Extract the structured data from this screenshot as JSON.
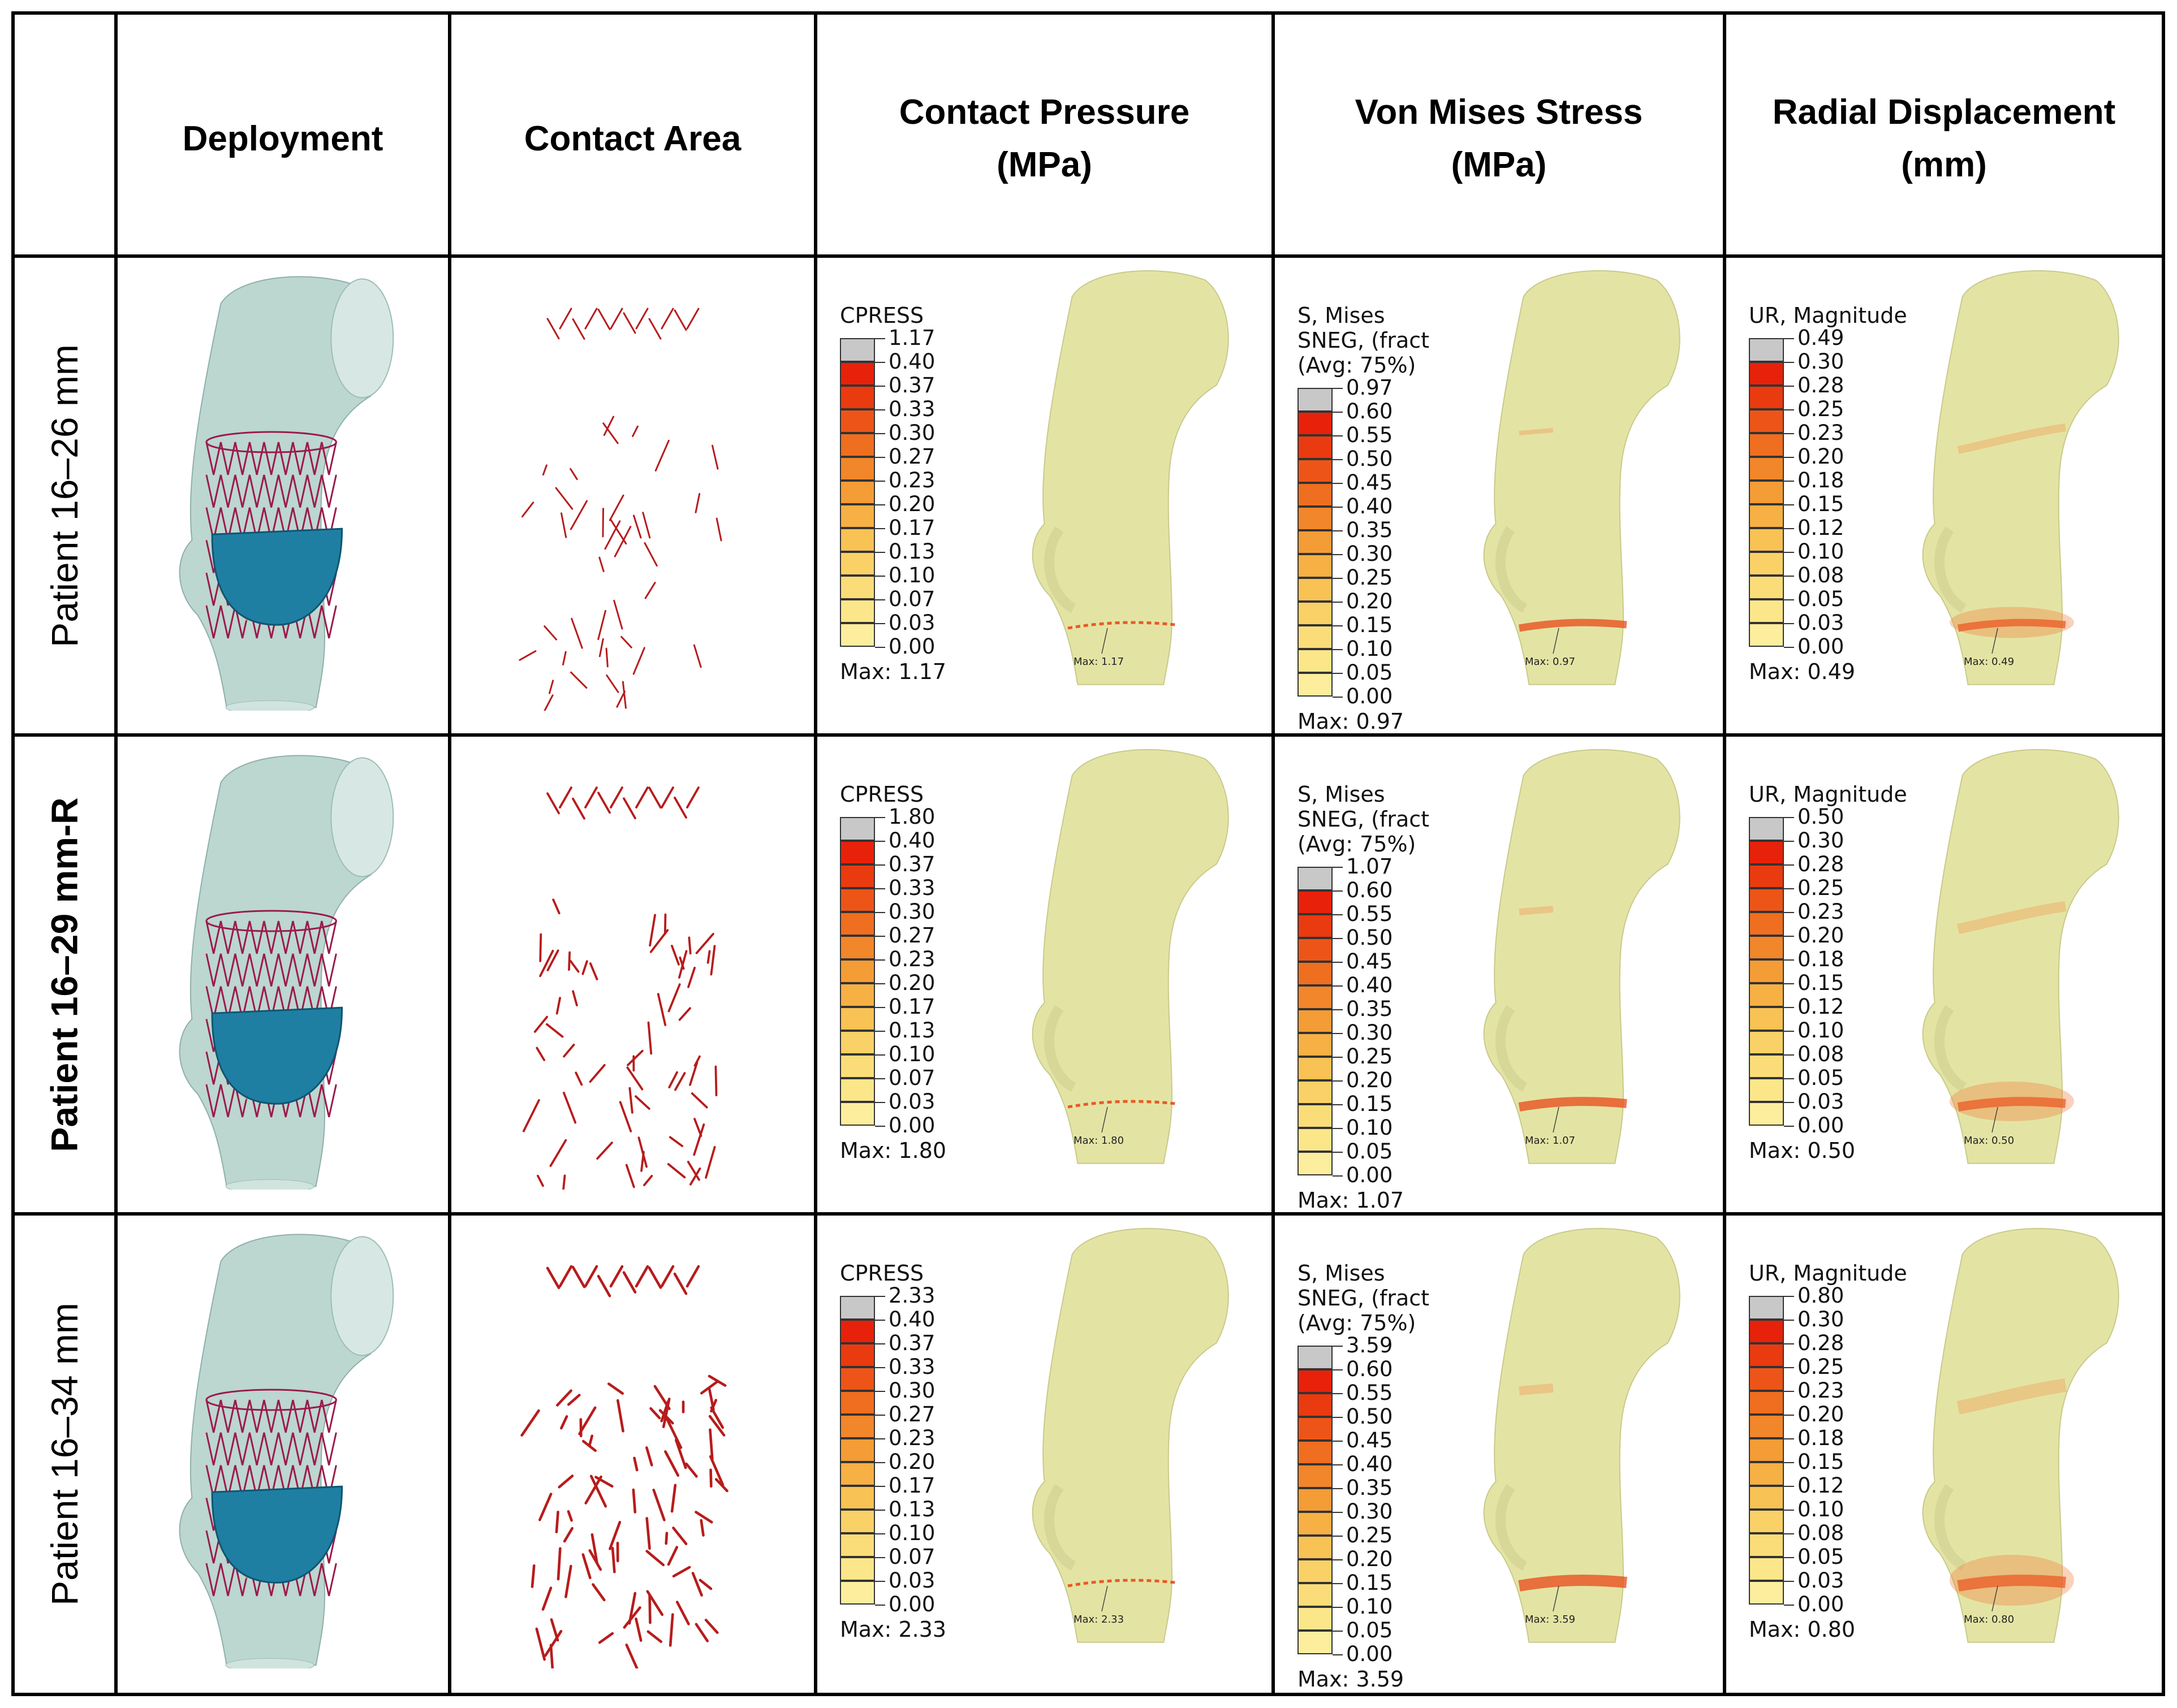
{
  "headers": {
    "deployment": "Deployment",
    "contact_area": "Contact Area",
    "contact_pressure": [
      "Contact Pressure",
      "(MPa)"
    ],
    "von_mises": [
      "Von Mises Stress",
      "(MPa)"
    ],
    "radial_displacement": [
      "Radial Displacement",
      "(mm)"
    ]
  },
  "rows": [
    {
      "label": "Patient 16–26 mm",
      "cpress": {
        "title": "CPRESS",
        "values": [
          "1.17",
          "0.40",
          "0.37",
          "0.33",
          "0.30",
          "0.27",
          "0.23",
          "0.20",
          "0.17",
          "0.13",
          "0.10",
          "0.07",
          "0.03",
          "0.00"
        ],
        "max": "Max: 1.17",
        "max_small": "Max: 1.17"
      },
      "mises": {
        "title": [
          "S, Mises",
          "SNEG, (fract",
          "(Avg: 75%)"
        ],
        "values": [
          "0.97",
          "0.60",
          "0.55",
          "0.50",
          "0.45",
          "0.40",
          "0.35",
          "0.30",
          "0.25",
          "0.20",
          "0.15",
          "0.10",
          "0.05",
          "0.00"
        ],
        "max": "Max: 0.97",
        "max_small": "Max: 0.97"
      },
      "radial": {
        "title": "UR, Magnitude",
        "values": [
          "0.49",
          "0.30",
          "0.28",
          "0.25",
          "0.23",
          "0.20",
          "0.18",
          "0.15",
          "0.12",
          "0.10",
          "0.08",
          "0.05",
          "0.03",
          "0.00"
        ],
        "max": "Max: 0.49",
        "max_small": "Max: 0.49"
      }
    },
    {
      "label": "Patient 16–29 mm-R",
      "cpress": {
        "title": "CPRESS",
        "values": [
          "1.80",
          "0.40",
          "0.37",
          "0.33",
          "0.30",
          "0.27",
          "0.23",
          "0.20",
          "0.17",
          "0.13",
          "0.10",
          "0.07",
          "0.03",
          "0.00"
        ],
        "max": "Max: 1.80",
        "max_small": "Max: 1.80"
      },
      "mises": {
        "title": [
          "S, Mises",
          "SNEG, (fract",
          "(Avg: 75%)"
        ],
        "values": [
          "1.07",
          "0.60",
          "0.55",
          "0.50",
          "0.45",
          "0.40",
          "0.35",
          "0.30",
          "0.25",
          "0.20",
          "0.15",
          "0.10",
          "0.05",
          "0.00"
        ],
        "max": "Max: 1.07",
        "max_small": "Max: 1.07"
      },
      "radial": {
        "title": "UR, Magnitude",
        "values": [
          "0.50",
          "0.30",
          "0.28",
          "0.25",
          "0.23",
          "0.20",
          "0.18",
          "0.15",
          "0.12",
          "0.10",
          "0.08",
          "0.05",
          "0.03",
          "0.00"
        ],
        "max": "Max: 0.50",
        "max_small": "Max: 0.50"
      }
    },
    {
      "label": "Patient 16–34 mm",
      "cpress": {
        "title": "CPRESS",
        "values": [
          "2.33",
          "0.40",
          "0.37",
          "0.33",
          "0.30",
          "0.27",
          "0.23",
          "0.20",
          "0.17",
          "0.13",
          "0.10",
          "0.07",
          "0.03",
          "0.00"
        ],
        "max": "Max: 2.33",
        "max_small": "Max: 2.33"
      },
      "mises": {
        "title": [
          "S, Mises",
          "SNEG, (fract",
          "(Avg: 75%)"
        ],
        "values": [
          "3.59",
          "0.60",
          "0.55",
          "0.50",
          "0.45",
          "0.40",
          "0.35",
          "0.30",
          "0.25",
          "0.20",
          "0.15",
          "0.10",
          "0.05",
          "0.00"
        ],
        "max": "Max: 3.59",
        "max_small": "Max: 3.59"
      },
      "radial": {
        "title": "UR, Magnitude",
        "values": [
          "0.80",
          "0.30",
          "0.28",
          "0.25",
          "0.23",
          "0.20",
          "0.18",
          "0.15",
          "0.12",
          "0.10",
          "0.08",
          "0.05",
          "0.03",
          "0.00"
        ],
        "max": "Max: 0.80",
        "max_small": "Max: 0.80"
      }
    }
  ],
  "colors": {
    "legend_scale": [
      "#c8c8c8",
      "#e8210a",
      "#ea3a10",
      "#ed5518",
      "#ef6e20",
      "#f2862a",
      "#f49c36",
      "#f6b044",
      "#f8c254",
      "#f9d166",
      "#fadd78",
      "#fbe68a",
      "#fcee9c"
    ],
    "vessel": "#e3e4a4",
    "aorta_deployment": "#bcd6d0",
    "stent": "#9b1b4b",
    "valve": "#1f7fa3",
    "contact": "#b71c1c"
  }
}
